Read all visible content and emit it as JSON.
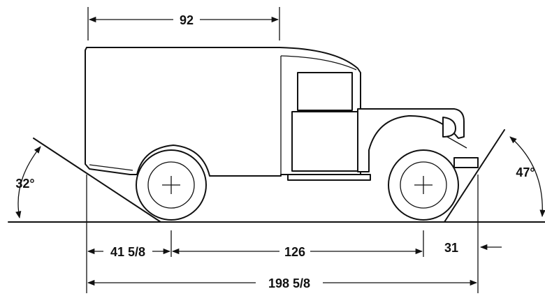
{
  "dimensions": {
    "cargo_length": "92",
    "approach_angle": "47°",
    "departure_angle": "32°",
    "rear_overhang": "41 5/8",
    "wheelbase": "126",
    "front_overhang": "31",
    "overall_length": "198 5/8"
  },
  "icons": {
    "front_axle": "axle-crosshair-icon",
    "rear_axle": "axle-crosshair-icon"
  }
}
